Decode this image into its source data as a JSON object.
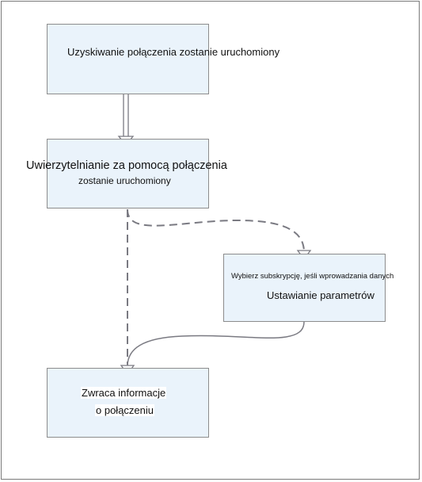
{
  "nodes": {
    "start": {
      "line1": "Uzyskiwanie połączenia zostanie uruchomiony"
    },
    "auth": {
      "line1": "Uwierzytelnianie za pomocą połączenia",
      "line2": "zostanie uruchomiony"
    },
    "params": {
      "line1": "Wybierz subskrypcję, jeśli wprowadzania danych",
      "line2": "Ustawianie parametrów"
    },
    "result": {
      "line1": "Zwraca informacje",
      "line2": "o połączeniu"
    }
  },
  "colors": {
    "box_fill": "#eaf3fb",
    "box_border": "#8c8c8c",
    "connector": "#7a7a82",
    "frame": "#7a7a7a"
  }
}
